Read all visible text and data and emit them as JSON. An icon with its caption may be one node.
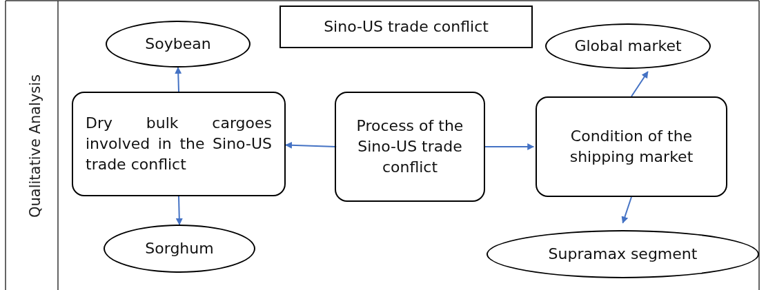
{
  "diagram": {
    "nodes": [
      {
        "text": [
          "Sino-US trade conflict"
        ]
      },
      {
        "text": [
          "Soybean"
        ]
      },
      {
        "text": [
          "Dry bulk cargoes involved in the Sino-US trade conflict"
        ]
      },
      {
        "text": [
          "Process of the Sino-US trade conflict"
        ]
      },
      {
        "text": [
          "Condition of the shipping market"
        ]
      },
      {
        "text": [
          "Global market"
        ]
      },
      {
        "text": [
          "Sorghum"
        ]
      },
      {
        "text": [
          "Supramax segment"
        ]
      }
    ],
    "edges": [
      {
        "from": 2,
        "to": 1,
        "arrow": "to"
      },
      {
        "from": 2,
        "to": 6,
        "arrow": "to"
      },
      {
        "from": 3,
        "to": 2,
        "arrow": "to"
      },
      {
        "from": 3,
        "to": 4,
        "arrow": "to"
      },
      {
        "from": 4,
        "to": 5,
        "arrow": "to"
      },
      {
        "from": 4,
        "to": 7,
        "arrow": "to"
      }
    ],
    "labels": [
      "Qualitative Analysis"
    ]
  }
}
